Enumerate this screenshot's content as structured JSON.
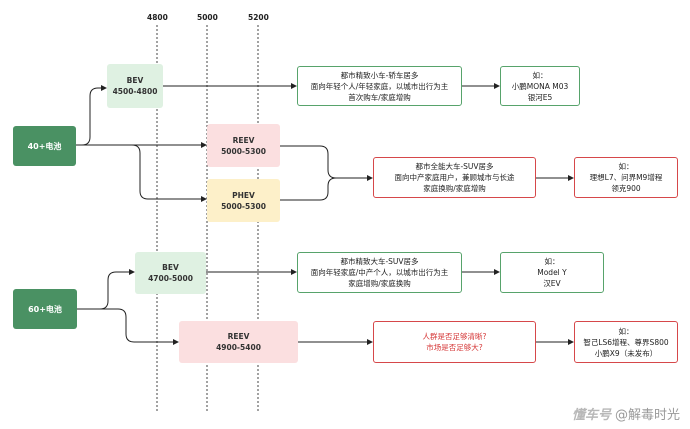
{
  "axis": {
    "ticks": [
      "4800",
      "5000",
      "5200"
    ]
  },
  "sources": {
    "battery_40": "40+电池",
    "battery_60": "60+电池"
  },
  "segments": {
    "bev1": {
      "type": "BEV",
      "range": "4500-4800"
    },
    "reev1": {
      "type": "REEV",
      "range": "5000-5300"
    },
    "phev1": {
      "type": "PHEV",
      "range": "5000-5300"
    },
    "bev2": {
      "type": "BEV",
      "range": "4700-5000"
    },
    "reev2": {
      "type": "REEV",
      "range": "4900-5400"
    }
  },
  "descriptions": {
    "d1": [
      "都市精致小车-轿车居多",
      "面向年轻个人/年轻家庭，以城市出行为主",
      "首次购车/家庭增购"
    ],
    "d2": [
      "都市全能大车-SUV居多",
      "面向中产家庭用户，兼顾城市与长途",
      "家庭换购/家庭增购"
    ],
    "d3": [
      "都市精致大车-SUV居多",
      "面向年轻家庭/中产个人，以城市出行为主",
      "家庭增购/家庭换购"
    ],
    "d4": [
      "人群是否足够清晰?",
      "市场是否足够大?"
    ]
  },
  "examples": {
    "e1": [
      "如：",
      "小鹏MONA M03",
      "银河E5"
    ],
    "e2": [
      "如：",
      "理想L7、问界M9增程",
      "领克900"
    ],
    "e3": [
      "如：",
      "Model Y",
      "汉EV"
    ],
    "e4": [
      "如：",
      "智己LS6增程、尊界S800",
      "小鹏X9（未发布）"
    ]
  },
  "watermark": {
    "brand": "懂车号",
    "author": "@解毒时光"
  }
}
